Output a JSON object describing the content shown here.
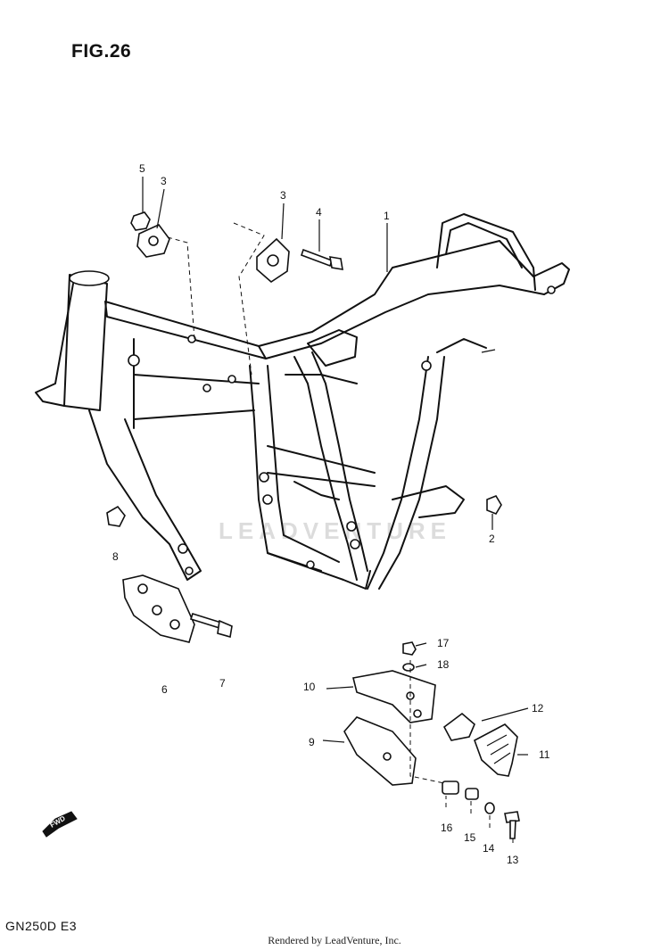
{
  "figure": {
    "title": "FIG.26",
    "model_code": "GN250D E3",
    "rendered_by": "Rendered by LeadVenture, Inc.",
    "watermark": "LEADVENTURE",
    "fwd_label": "FWD"
  },
  "callouts": [
    {
      "id": "c5",
      "label": "5"
    },
    {
      "id": "c3a",
      "label": "3"
    },
    {
      "id": "c3b",
      "label": "3"
    },
    {
      "id": "c4",
      "label": "4"
    },
    {
      "id": "c1",
      "label": "1"
    },
    {
      "id": "c2",
      "label": "2"
    },
    {
      "id": "c8",
      "label": "8"
    },
    {
      "id": "c6",
      "label": "6"
    },
    {
      "id": "c7",
      "label": "7"
    },
    {
      "id": "c10",
      "label": "10"
    },
    {
      "id": "c9",
      "label": "9"
    },
    {
      "id": "c17",
      "label": "17"
    },
    {
      "id": "c18",
      "label": "18"
    },
    {
      "id": "c12",
      "label": "12"
    },
    {
      "id": "c11",
      "label": "11"
    },
    {
      "id": "c16",
      "label": "16"
    },
    {
      "id": "c15",
      "label": "15"
    },
    {
      "id": "c14",
      "label": "14"
    },
    {
      "id": "c13",
      "label": "13"
    }
  ]
}
